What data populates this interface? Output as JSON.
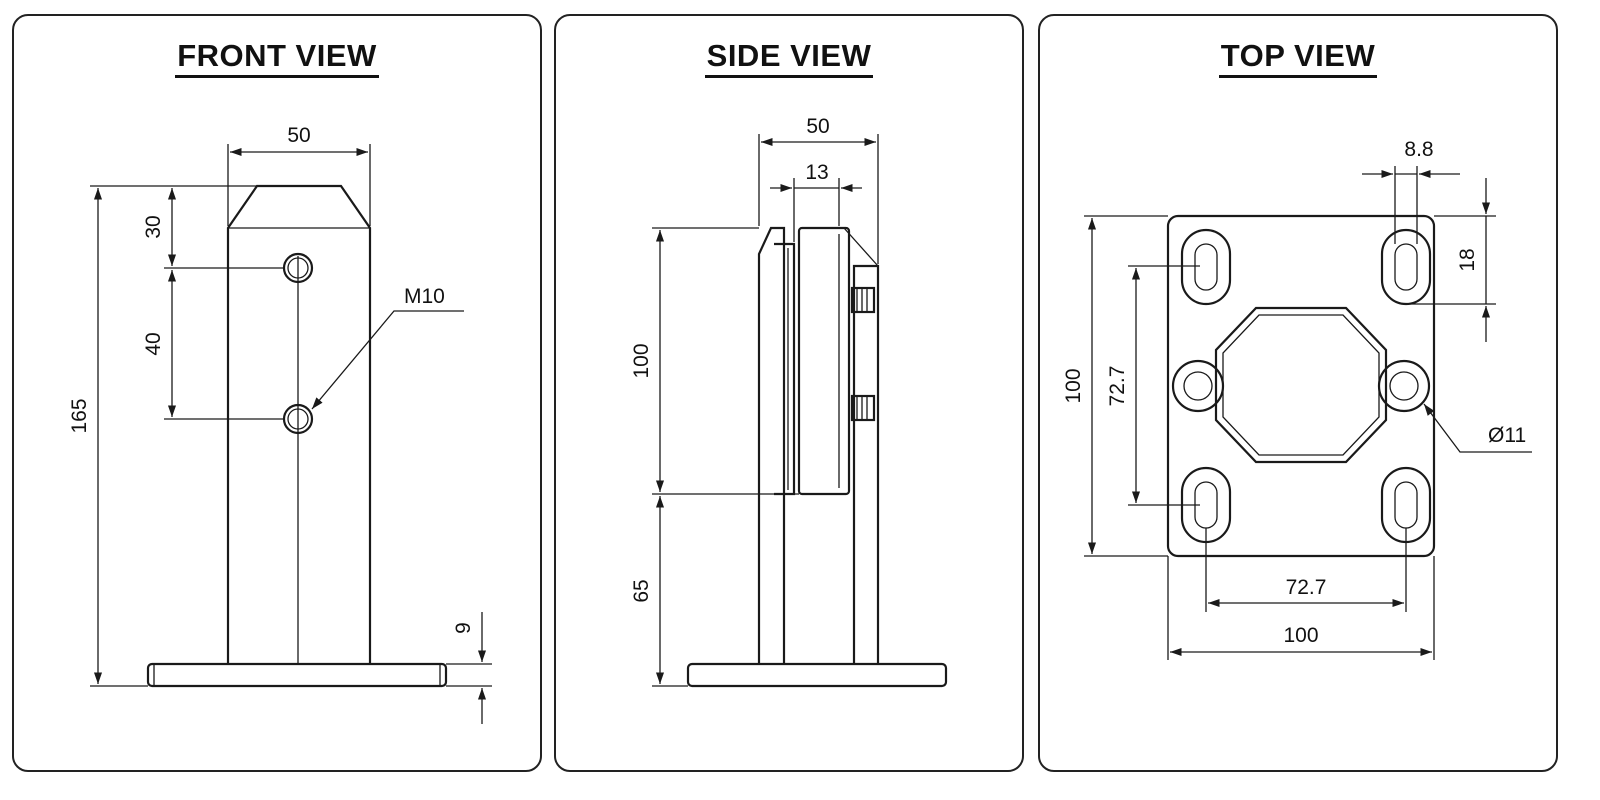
{
  "views": {
    "front": {
      "title": "FRONT VIEW",
      "dims": {
        "width": "50",
        "total_height": "165",
        "top_bevel": "30",
        "hole_spacing": "40",
        "base_thickness": "9",
        "thread": "M10"
      }
    },
    "side": {
      "title": "SIDE VIEW",
      "dims": {
        "width": "50",
        "slot": "13",
        "clamp_height": "100",
        "post_height": "65"
      }
    },
    "top": {
      "title": "TOP VIEW",
      "dims": {
        "slot_width": "8.8",
        "slot_length": "18",
        "plate_height": "100",
        "hole_spacing_v": "72.7",
        "hole_spacing_h": "72.7",
        "plate_width": "100",
        "hole_diameter": "Ø11"
      }
    }
  }
}
